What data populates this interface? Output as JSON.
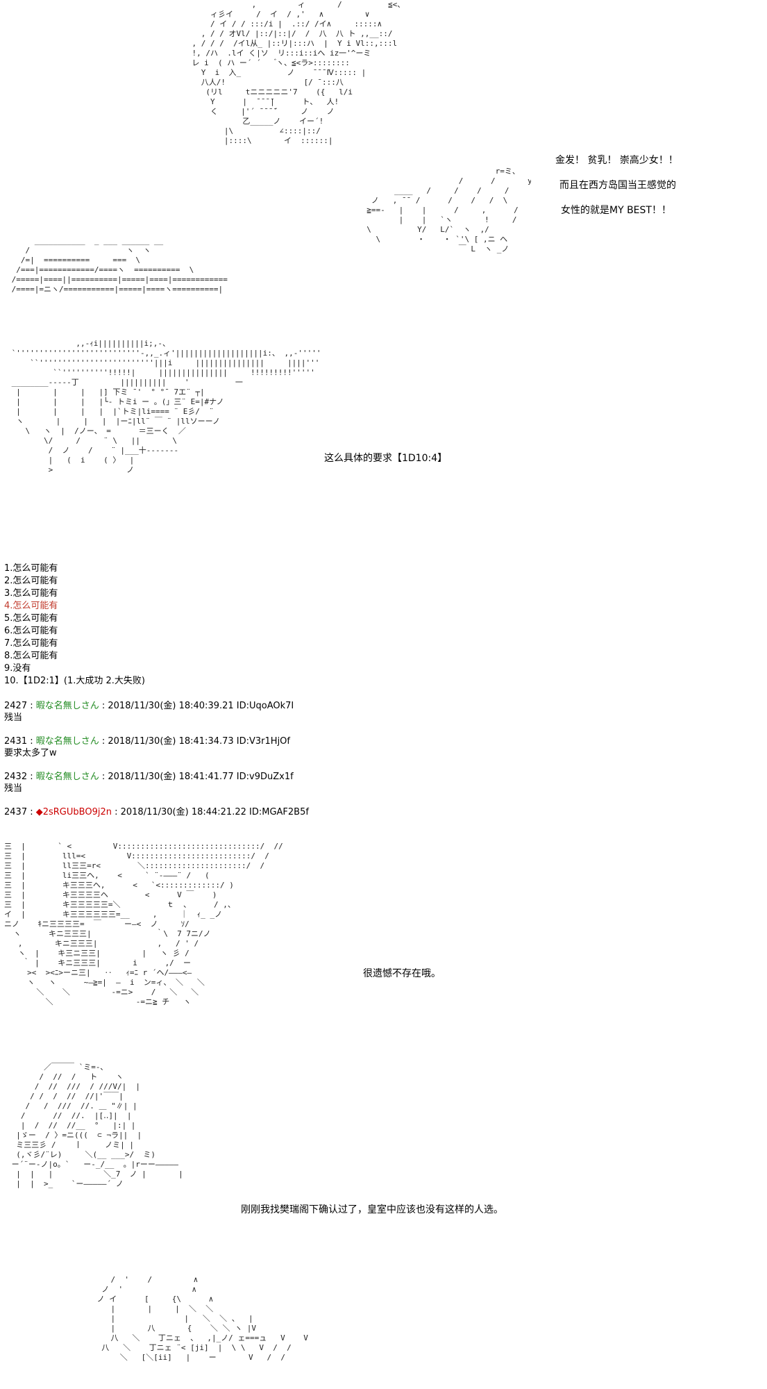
{
  "art": {
    "a1": "                 ,         ィ       /          ≦<、\n        ィ彡イ     /  イ  / ,'   ∧         ∨\n        / イ / / :::/i |  .::/ /イ∧     :::::∧\n      , / / オVl/ |::/|::|/  /  八  八 ト ,,__::/\n    , / / /  /イl从_ |::リ|:::ハ  |  Y i Vl::,:::l\n    !, /ハ  .lイ く|ソ  リ:::i::iへ iz一'^ーミ\n    レ i  ( ハ ー´ ´    ゙ヽ、≦<ラ>::::::::\n      Y  i  入_          ノ    ̄ ̄ ̄ ̄Ⅳ::::: |\n      八人/!                 [/ ̄ :::八\n       (リl     tニニニニニ'7    ({   l/i\n        Y      |  ̄ ̄ ̄ ̄|      ト、  人!\n        く     |'´ ̄ ̄ ̄ ̄´     ノ    ノ\n               乙_____ノ    イー´!\n           |\\          ∠::::|::/\n           |::::\\       イ  ::::::| ",
    "a2": "                              r=ミ、\n                      /      /       y==ミ、\n        ____   /     /    /     /\n   ノ   , ̄ ̄  /      /    /   /  \\\n  ≧==-   |    |      /     ,      /\n         |    |   `ヽ       !     /\n  \\          Y/   L/`  ヽ  ,/\n    \\        ・    ・ `'\\ [ ,ニ ヘ\n                      ￣ L  ヽ _ノ",
    "a3": "      ___________  _ ___ ______ __\n    /                     ヽ  ヽ\n   /=|  ==========     ===  \\\n  /===|============/====ヽ  ==========  \\\n /=====|====||==========|=====|====|============\n /====|=ニヽ/===========|=====|====ヽ==========|",
    "a4": "               ,,-ｨi||||||||||i;,-、\n `'''''''''''''''''''''''''''-,,_.ィ'|||||||||||||||||||i:、 ,,-''''''''''''''''''''''''''''''\n     ``'''''''''''''''''''''''''|||i     |||||||||||||||     ||||''''''''''''''''''''''''\n          ``''''''''''!!!!!|     |||||||||||||||     !!!!!!!!!'''''\n ________-----丁         ||||||||||    '          一\n  |       |     |   |] 下ミ ¯'  ° °ˉ 7エ¨ ┬|\n  |       |     |   |└- トミi ー 。(」三¨ E=|#ナノ\n  |       |     |   |  |`トミ|li==== ¨ E彡/  ¨\n  ヽ       |     |   |  |ーﾆ|ll¨ ￣ ¨ |llソーーノ\n    \\   ヽ  |  /ノー、 =      ＝三ーく  ／\n        \\/     /     ¨ \\   ||       \\\n         /  ノ    /    ¨ |___十-------\n         |   (  i    ( 〉  |\n         >                ノ",
    "a5": "三  |       ` <         V:::::::::::::::::::::::::::::::/  //\n三  |        lll=<         V::::::::::::::::::::::::::/  /\n三  |        ll三三=r<        ＼::::::::::::::::::::::/  /\n三  |        li三三ヘ,    <     ` ¨‐―――¨ /   (\n三  |        キ三三三ヘ,      <   `<:::::::::::::/ )\n三  |        キ三三三三ヘ        <      V ￣    )\n三  |        キ三三三三三=＼          ｔ  、     / ,、\nイ  |        キ三三三三三三=__     ,     ｜  ｨ_ _ノ\nニノ    ｷニ三三三三=  ￣     ー―<  ノ     ｿ/\n  ヽ      キニ三三三|              ｀\\  7 7ニ/ノ\n   ,       キニ三三三|             ,   / ' /\n   ヽ  |    キ三ニ三三|         |   ヽ 彡 /\n    ｀ |    キニ三三三|       i      ,/  ー\n     ><  ><ﾆ>ーニ三|   ‥   ｨ=ﾆ r ´ヘ/―――<―\n     ヽ   ヽ      ~―≧=|  ―  i  ン=ィ、 ＼   ＼\n       ＼    ＼         -=ニ>    /   ＼   ＼\n         ＼                  -=ニ≧ チ   ヽ",
    "a6": "        ／￣￣￣ `ミ=-､\n       /  //  /   ト    ヽ\n      /  //  ///  / ///V/|  |\n     / /  /  //  //|'￣￣|\n    /   /  ///  //. ＿ \"∥| |\n   /      //  //.  |[‥]|  |\n   |  /  //  //__  °   |:| |\n  |ゞー  / 〉=ニ(((  ⊂ ¬ラ||  |\n  ミ三三彡 /    丨     ノミ| |\n  (,ヾ彡/¨レ)     ＼(__ ___>/  ミ)\n ー´¨ー-ノ|o。`   ー-_/__  。|rーー―――――\n  |  |   |           ＼_7  ノ |       |\n  |  |  >_    `ー―――――´ ノ",
    "a7": "            /  '    /         ∧\n          ノ  '               ∧\n         ノ イ      [     {\\      ∧\n            |       |     |  ＼  ＼\n            |               |   ＼  ＼ 、  |\n            |       八       {    ＼ ＼ ヽ |V\n            八   ＼    丁ニェ  、  ,|_ノ/ ェ===ュ   V    V\n          八   ＼    丁ニェ ¨< [ji]  |  \\ \\   V  /  /\n              ＼   [＼[ii]   |    ー       V   /  /"
  },
  "narration": {
    "n1_line1": "金发！ 贫乳！ 崇高少女！！",
    "n1_line2": "而且在西方岛国当王感觉的",
    "n1_line3": "女性的就是MY BEST！！",
    "n2": "这么具体的要求【1D10:4】",
    "n3": "很遗憾不存在哦。",
    "n4": "刚刚我找樊瑞阁下确认过了，皇室中应该也没有这样的人选。"
  },
  "list": {
    "items": [
      "1.怎么可能有",
      "2.怎么可能有",
      "3.怎么可能有",
      "4.怎么可能有",
      "5.怎么可能有",
      "6.怎么可能有",
      "7.怎么可能有",
      "8.怎么可能有",
      "9.没有",
      "10.【1D2:1】(1.大成功  2.大失败)"
    ]
  },
  "posts": [
    {
      "num": "2427 : ",
      "name": "暇な名無しさん",
      "meta": " : 2018/11/30(金) 18:40:39.21 ID:UqoAOk7I",
      "body": "残当"
    },
    {
      "num": "2431 : ",
      "name": "暇な名無しさん",
      "meta": " : 2018/11/30(金) 18:41:34.73 ID:V3r1HjOf",
      "body": "要求太多了w"
    },
    {
      "num": "2432 : ",
      "name": "暇な名無しさん",
      "meta": " : 2018/11/30(金) 18:41:41.77 ID:v9DuZx1f",
      "body": "残当"
    },
    {
      "num": "2437 : ",
      "name": "2sRGUbBO9j2n",
      "diamond": "◆",
      "meta": " : 2018/11/30(金) 18:44:21.22 ID:MGAF2B5f",
      "body": ""
    }
  ],
  "colors": {
    "name": "#228b22",
    "op": "#cc0000",
    "highlight": "#c0392b"
  }
}
